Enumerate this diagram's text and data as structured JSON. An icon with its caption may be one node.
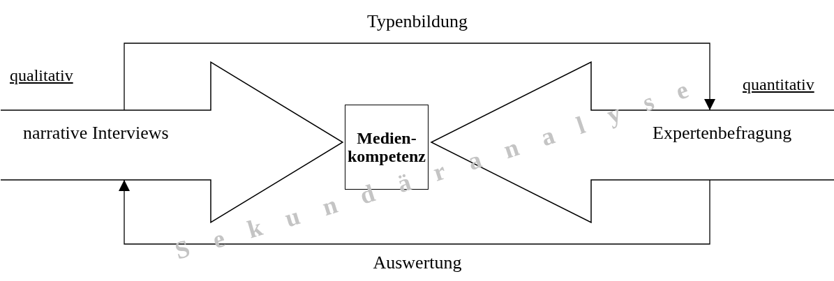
{
  "diagram": {
    "nodes": [
      {
        "text": [
          "narrative Interviews"
        ]
      },
      {
        "text": [
          "Medien- kompetenz"
        ]
      },
      {
        "text": [
          "Expertenbefragung"
        ]
      }
    ],
    "edges": [
      {
        "from": 0,
        "to": 2,
        "arrow": "to",
        "label": "Typenbildung"
      },
      {
        "from": 2,
        "to": 0,
        "arrow": "to",
        "label": "Auswertung"
      }
    ],
    "labels": [
      "qualitativ",
      "quantitativ",
      "Sekundäranalyse"
    ]
  }
}
